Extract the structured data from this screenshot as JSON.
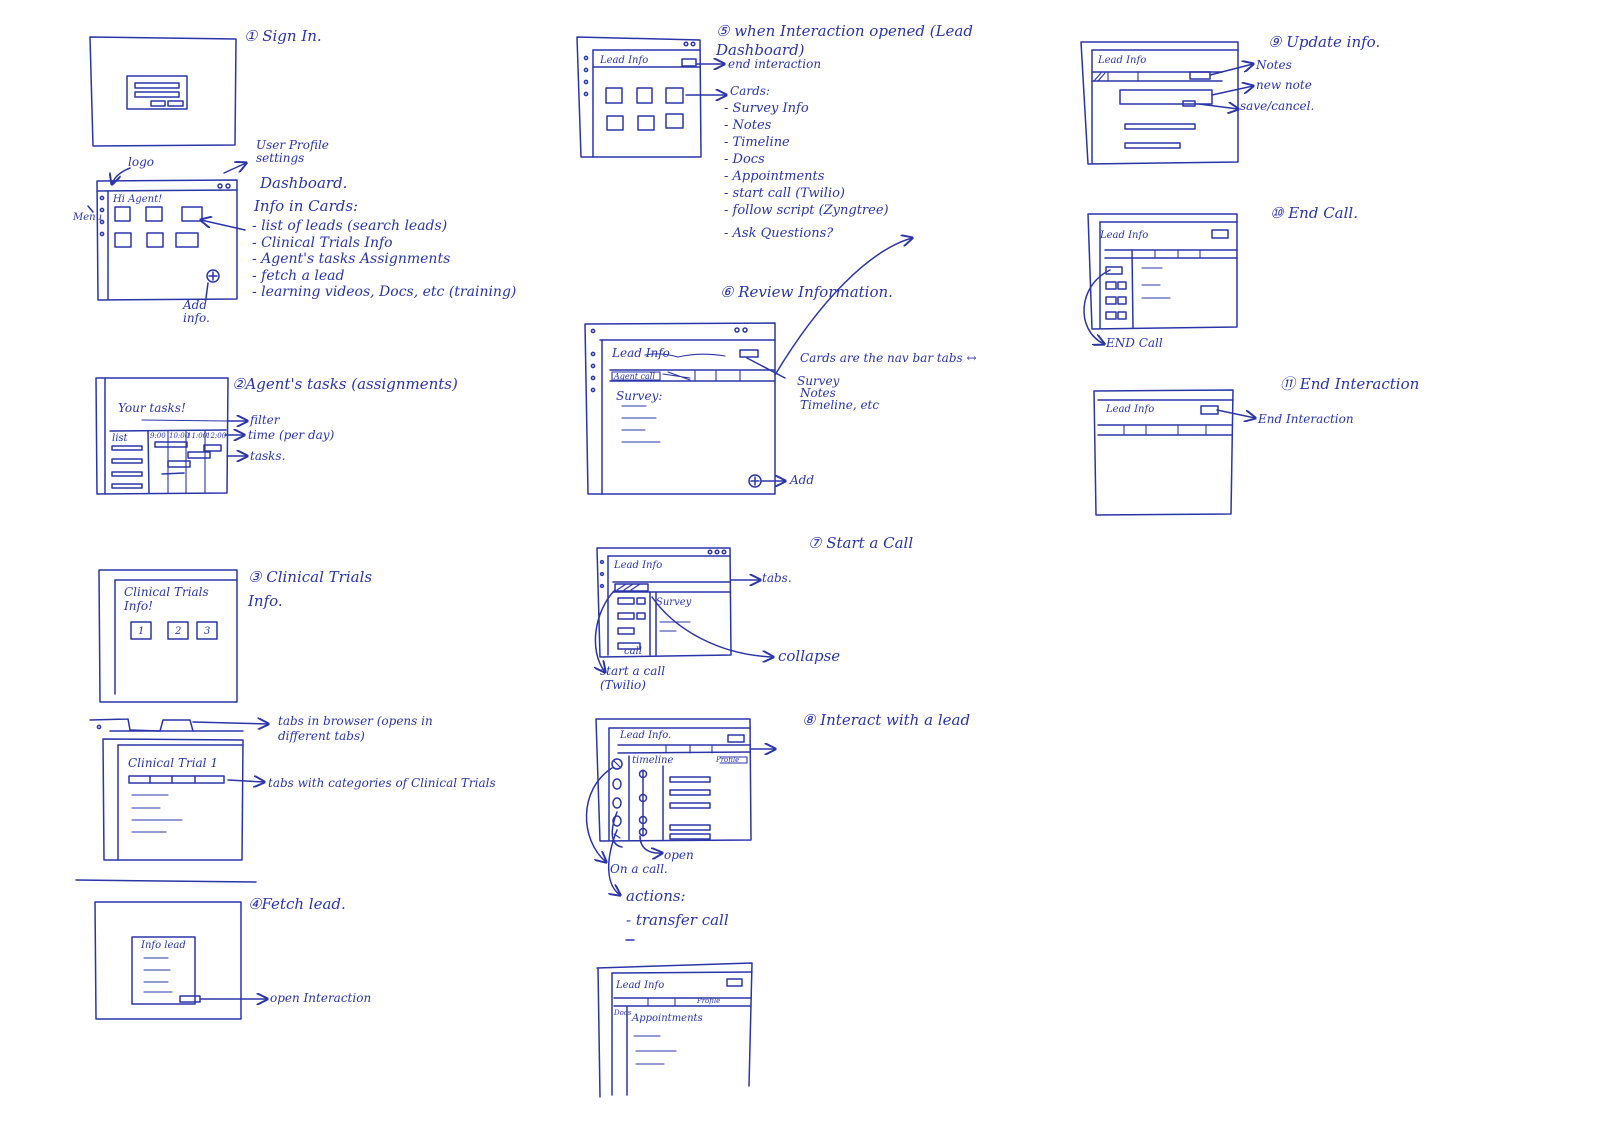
{
  "steps": {
    "s1": {
      "label": "① Sign In."
    },
    "dash": {
      "greeting": "Hi Agent!",
      "logo": "logo",
      "user": "User Profile settings",
      "menu": "Menu",
      "title": "Dashboard.",
      "info": "Info in Cards:",
      "items": [
        "- list of leads (search leads)",
        "- Clinical Trials Info",
        "- Agent's tasks Assignments",
        "- fetch a lead",
        "- learning videos, Docs, etc (training)"
      ],
      "add": "Add info."
    },
    "s2": {
      "label": "②Agent's tasks (assignments)",
      "heading": "Your tasks!",
      "list": "list",
      "cols": [
        "9:00",
        "10:00",
        "11:00",
        "12:00"
      ],
      "notes": [
        "filter",
        "time (per day)",
        "tasks."
      ]
    },
    "s3": {
      "label": "③ Clinical Trials Info.",
      "heading": "Clinical Trials Info!",
      "cards": [
        "1",
        "2",
        "3"
      ]
    },
    "s3b": {
      "browser_tabs": "tabs in browser (opens in different tabs)",
      "title": "Clinical Trial 1",
      "tabs_note": "tabs with categories of Clinical Trials"
    },
    "s4": {
      "label": "④Fetch lead.",
      "card": "Info lead",
      "open": "open Interaction"
    },
    "s5": {
      "label": "⑤ when Interaction opened (Lead Dashboard)",
      "header": "Lead Info",
      "end": "end interaction",
      "cards": "Cards:",
      "items": [
        "- Survey Info",
        "- Notes",
        "- Timeline",
        "- Docs",
        "- Appointments",
        "- start call (Twilio)",
        "- follow script (Zyngtree)",
        "- Ask Questions?"
      ]
    },
    "s6": {
      "label": "⑥ Review Information.",
      "header": "Lead Info",
      "tab": "Agent call",
      "section": "Survey:",
      "notes": [
        "Cards are the nav bar tabs ↔",
        "Survey",
        "Notes",
        "Timeline, etc"
      ],
      "add": "Add"
    },
    "s7": {
      "label": "⑦ Start a Call",
      "header": "Lead Info",
      "section": "Survey",
      "tabs": "tabs.",
      "collapse": "collapse",
      "start": "start a call (Twilio)",
      "call": "call"
    },
    "s8": {
      "label": "⑧ Interact with a lead",
      "header": "Lead Info.",
      "section": "timeline",
      "open": "open",
      "call": "On a call.",
      "actions": "actions:",
      "transfer": "- transfer call",
      "tab": "Profile"
    },
    "s8b": {
      "header": "Lead Info",
      "section": "Appointments",
      "tab": "Profile",
      "side": "Docs"
    },
    "s9": {
      "label": "⑨ Update info.",
      "header": "Lead Info",
      "notes": [
        "Notes",
        "new note",
        "save/cancel."
      ]
    },
    "s10": {
      "label": "⑩ End Call.",
      "header": "Lead Info",
      "end": "END Call"
    },
    "s11": {
      "label": "⑪ End Interaction",
      "header": "Lead Info",
      "end": "End Interaction"
    }
  }
}
